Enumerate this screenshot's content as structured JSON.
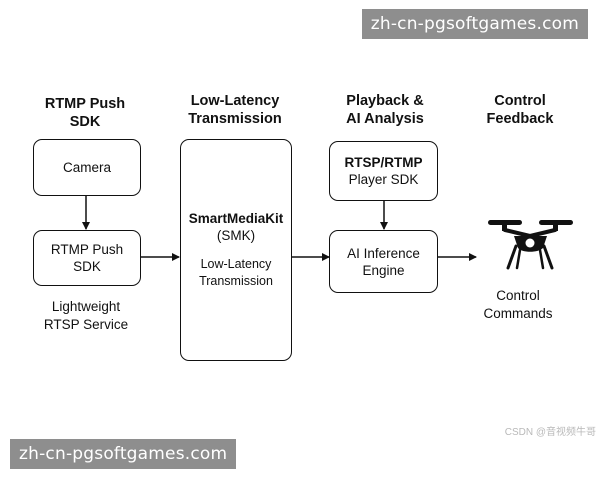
{
  "watermarks": {
    "top": "zh-cn-pgsoftgames.com",
    "bottom": "zh-cn-pgsoftgames.com"
  },
  "columns": {
    "push": {
      "heading": [
        "RTMP Push",
        "SDK"
      ]
    },
    "transmission": {
      "heading": [
        "Low-Latency",
        "Transmission"
      ]
    },
    "playback": {
      "heading": [
        "Playback &",
        "AI Analysis"
      ]
    },
    "control": {
      "heading": [
        "Control",
        "Feedback"
      ]
    }
  },
  "boxes": {
    "camera": [
      "Camera"
    ],
    "rtmp_push_sdk": [
      "RTMP Push",
      "SDK"
    ],
    "smart_media_kit": [
      "SmartMediaKit",
      "(SMK)",
      "Low-Latency",
      "Transmission"
    ],
    "player_sdk": [
      "RTSP/RTMP",
      "Player SDK"
    ],
    "ai_engine": [
      "AI Inference",
      "Engine"
    ]
  },
  "captions": {
    "rtsp_service": [
      "Lightweight",
      "RTSP Service"
    ],
    "control_commands": [
      "Control",
      "Commands"
    ]
  },
  "icons": {
    "drone": "drone-icon"
  },
  "credit": "CSDN @音视频牛哥",
  "colors": {
    "stroke": "#111111",
    "watermark_bg": "#8e8e8e"
  }
}
